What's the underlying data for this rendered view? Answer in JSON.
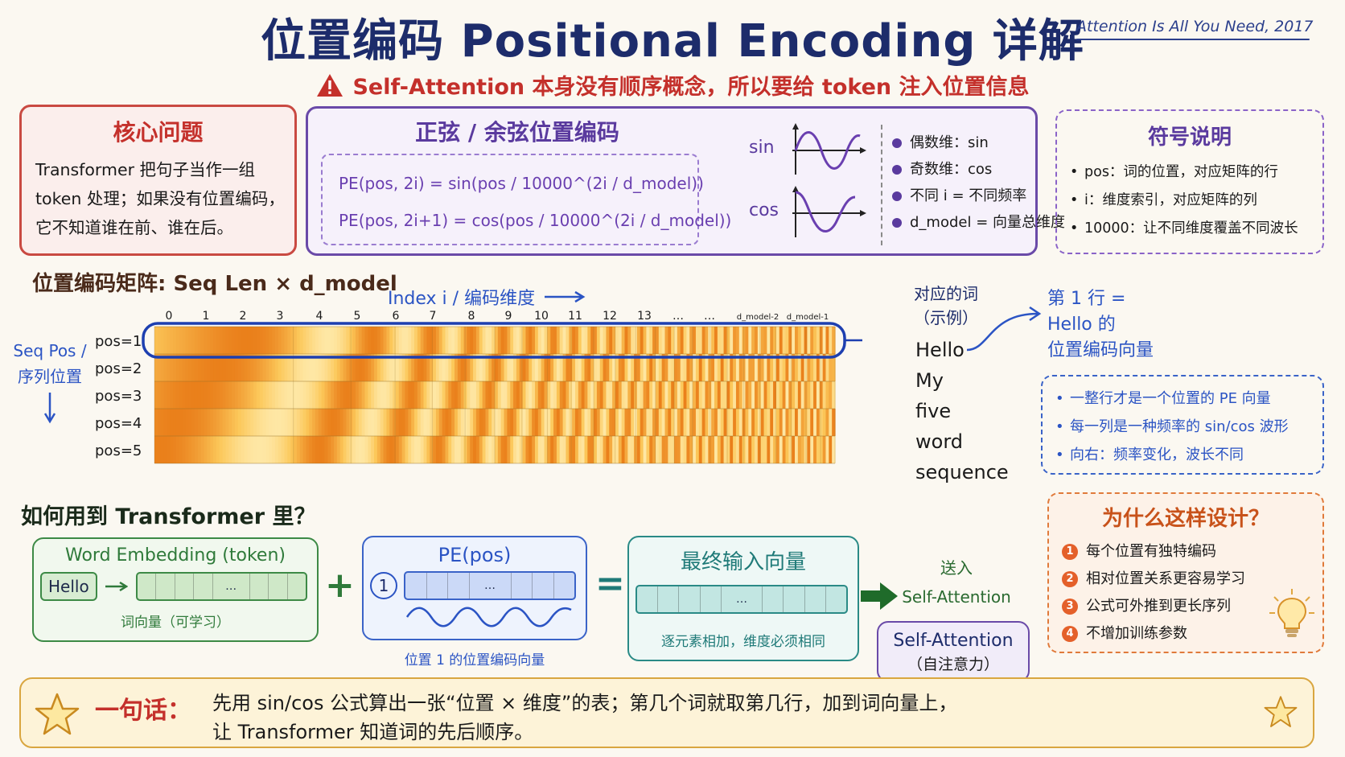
{
  "header": {
    "title": "位置编码 Positional Encoding 详解",
    "reference": "Attention Is All You Need, 2017",
    "warning": "Self-Attention 本身没有顺序概念，所以要给 token 注入位置信息"
  },
  "core_problem": {
    "title": "核心问题",
    "lines": [
      "Transformer 把句子当作一组",
      "token 处理；如果没有位置编码，",
      "它不知道谁在前、谁在后。"
    ]
  },
  "sincos": {
    "title": "正弦 / 余弦位置编码",
    "formula_sin": "PE(pos, 2i) = sin(pos / 10000^(2i / d_model))",
    "formula_cos": "PE(pos, 2i+1) = cos(pos / 10000^(2i / d_model))",
    "sin_label": "sin",
    "cos_label": "cos",
    "notes": [
      "偶数维：sin",
      "奇数维：cos",
      "不同 i = 不同频率",
      "d_model = 向量总维度"
    ]
  },
  "symbols": {
    "title": "符号说明",
    "items": [
      "pos：词的位置，对应矩阵的行",
      "i：维度索引，对应矩阵的列",
      "10000：让不同维度覆盖不同波长"
    ]
  },
  "matrix": {
    "title": "位置编码矩阵: Seq Len × d_model",
    "index_label": "Index i / 编码维度",
    "col_labels": [
      "0",
      "1",
      "2",
      "3",
      "4",
      "5",
      "6",
      "7",
      "8",
      "9",
      "10",
      "11",
      "12",
      "13",
      "…",
      "…",
      "d_model-2",
      "d_model-1"
    ],
    "row_axis_label_1": "Seq Pos /",
    "row_axis_label_2": "序列位置",
    "row_labels": [
      "pos=1",
      "pos=2",
      "pos=3",
      "pos=4",
      "pos=5"
    ],
    "words_title_1": "对应的词",
    "words_title_2": "（示例）",
    "words": [
      "Hello",
      "My",
      "five",
      "word",
      "sequence"
    ],
    "callout_lines": [
      "第 1 行 =",
      "Hello 的",
      "位置编码向量"
    ],
    "notes": [
      "一整行才是一个位置的 PE 向量",
      "每一列是一种频率的 sin/cos 波形",
      "向右：频率变化，波长不同"
    ]
  },
  "usage": {
    "title": "如何用到 Transformer 里？",
    "embedding_title": "Word Embedding (token)",
    "embedding_token": "Hello",
    "embedding_caption": "词向量（可学习）",
    "ellipsis": "…",
    "pe_title": "PE(pos)",
    "pe_badge": "1",
    "pe_caption": "位置 1 的位置编码向量",
    "final_title": "最终输入向量",
    "final_caption": "逐元素相加，维度必须相同",
    "plus": "+",
    "equals": "=",
    "send_label_1": "送入",
    "send_label_2": "Self-Attention",
    "sa_title": "Self-Attention",
    "sa_sub": "（自注意力）"
  },
  "why": {
    "title": "为什么这样设计？",
    "items": [
      "每个位置有独特编码",
      "相对位置关系更容易学习",
      "公式可外推到更长序列",
      "不增加训练参数"
    ]
  },
  "summary": {
    "label": "一句话：",
    "line1": "先用 sin/cos 公式算出一张“位置 × 维度”的表；第几个词就取第几行，加到词向量上，",
    "line2": "让 Transformer 知道词的先后顺序。"
  },
  "colors": {
    "navy": "#1d2c6b",
    "red": "#c4302b",
    "purple": "#5a3a9e",
    "blue": "#2b54c4",
    "green": "#2f7a3a",
    "teal": "#1f7a78",
    "orange": "#e4602a",
    "gold": "#e0a640"
  }
}
